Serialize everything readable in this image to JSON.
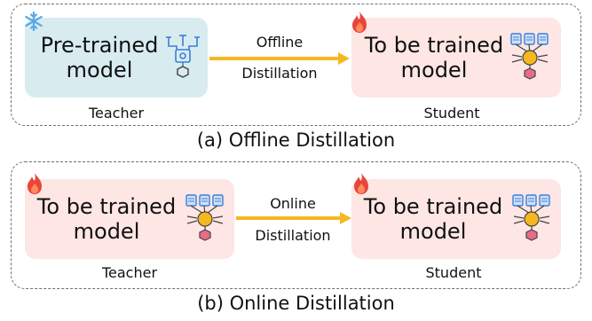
{
  "panel_a": {
    "teacher_box": {
      "title_line1": "Pre-trained",
      "title_line2": "model",
      "state_icon": "snowflake-icon",
      "model_icon": "neural-chip-icon"
    },
    "arrow_label_line1": "Offline",
    "arrow_label_line2": "Distillation",
    "student_box": {
      "title_line1": "To be trained",
      "title_line2": "model",
      "state_icon": "flame-icon",
      "model_icon": "neural-network-icon"
    },
    "teacher_label": "Teacher",
    "student_label": "Student",
    "caption": "(a) Offline Distillation"
  },
  "panel_b": {
    "teacher_box": {
      "title_line1": "To be trained",
      "title_line2": "model",
      "state_icon": "flame-icon",
      "model_icon": "neural-network-icon"
    },
    "arrow_label_line1": "Online",
    "arrow_label_line2": "Distillation",
    "student_box": {
      "title_line1": "To be trained",
      "title_line2": "model",
      "state_icon": "flame-icon",
      "model_icon": "neural-network-icon"
    },
    "teacher_label": "Teacher",
    "student_label": "Student",
    "caption": "(b) Online Distillation"
  },
  "colors": {
    "teacher_frozen_fill": "#d8ecf0",
    "trainable_fill": "#fde6e4",
    "arrow": "#f6b820",
    "flame": "#e8463a",
    "snowflake": "#5aa9e6",
    "icon_blue": "#3d7fd6"
  }
}
